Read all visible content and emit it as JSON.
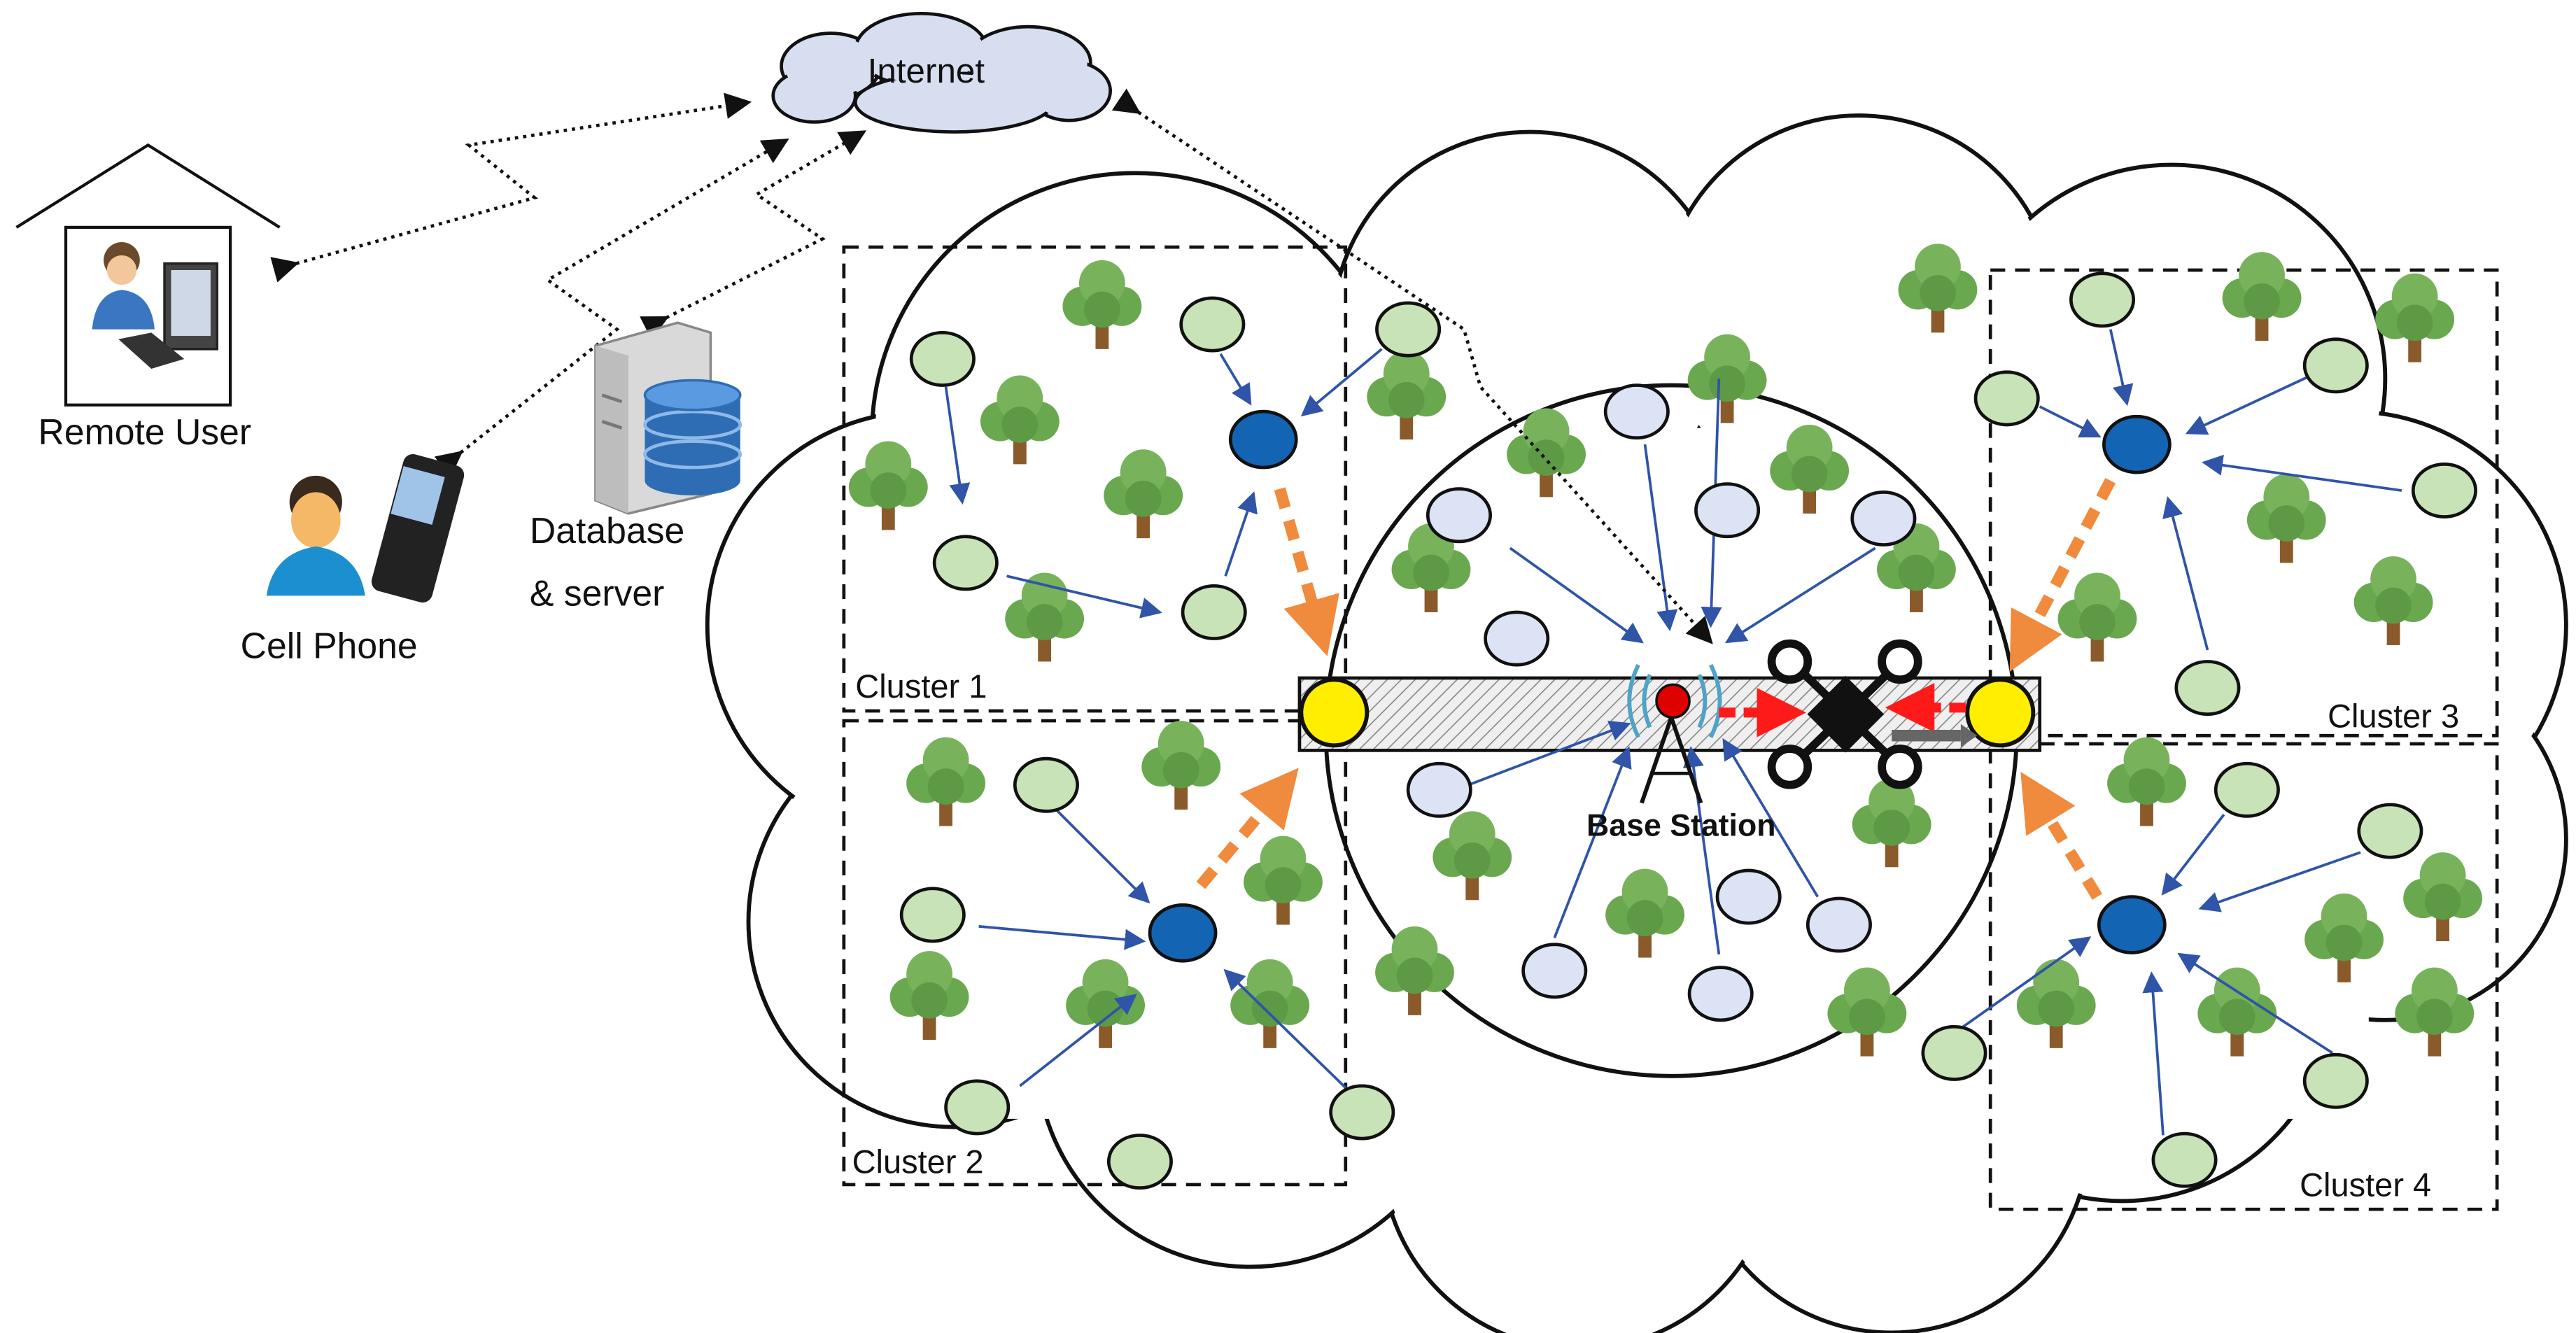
{
  "labels": {
    "internet": "Internet",
    "remote_user": "Remote User",
    "cell_phone": "Cell Phone",
    "database_line1": "Database",
    "database_line2": "& server",
    "cluster1": "Cluster 1",
    "cluster2": "Cluster 2",
    "cluster3": "Cluster 3",
    "cluster4": "Cluster 4",
    "base_station": "Base Station"
  },
  "colors": {
    "cluster_head": "#1464b4",
    "sensor_node": "#c9e3b8",
    "inner_node": "#dbe3f4",
    "gateway": "#ffee00",
    "cloud_fill": "#d6def0",
    "member_arrow": "#2f54a8",
    "head_arrow": "#f08a3c",
    "drone_arrow": "#ff1a1a",
    "tree_crown": "#6aa84f",
    "tree_trunk": "#8b5a2b"
  },
  "icons": [
    "house-icon",
    "user-computer-icon",
    "person-icon",
    "mobile-phone-icon",
    "server-icon",
    "database-icon",
    "tree-icon",
    "base-station-tower-icon",
    "drone-icon"
  ]
}
